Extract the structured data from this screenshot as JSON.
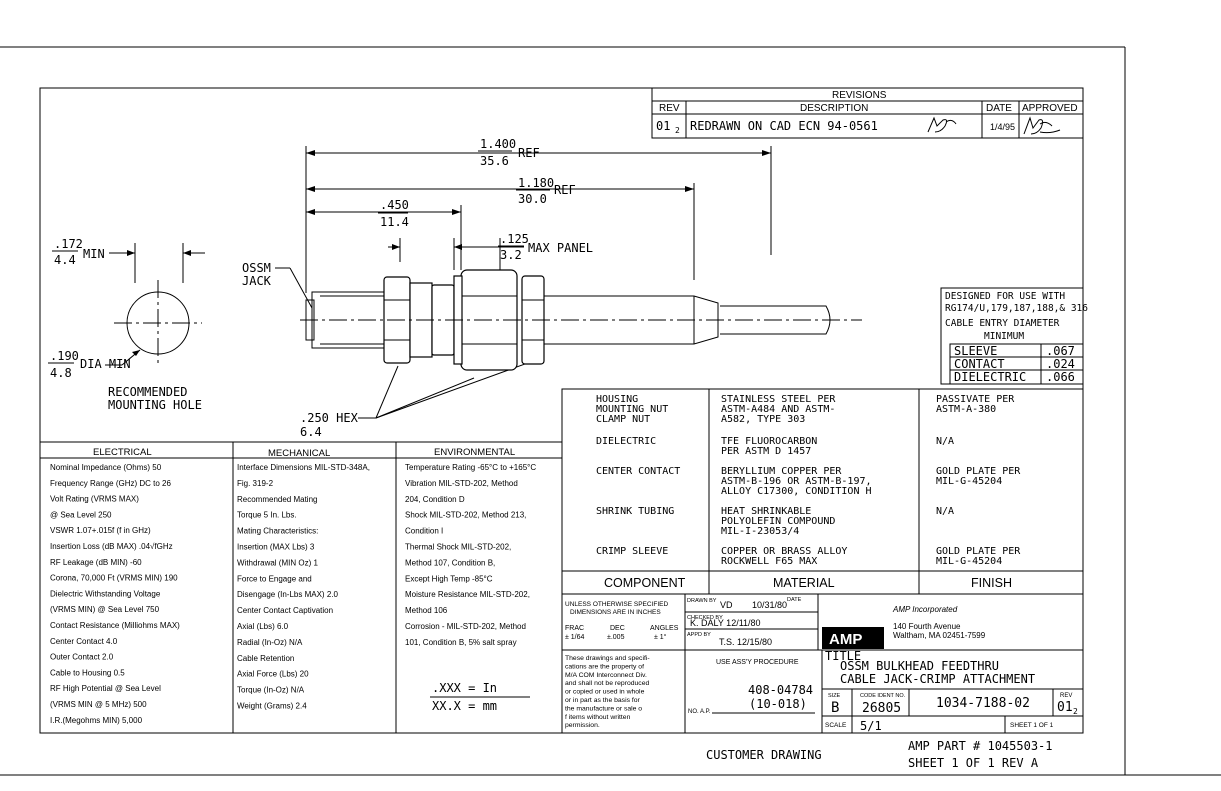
{
  "revisions": {
    "title": "REVISIONS",
    "headers": {
      "rev": "REV",
      "description": "DESCRIPTION",
      "date": "DATE",
      "approved": "APPROVED"
    },
    "row": {
      "rev": "01",
      "rev_sub": "2",
      "description": "REDRAWN ON CAD ECN 94-0561",
      "date": "1/4/95",
      "approved_sig": "BC"
    }
  },
  "dimensions": {
    "overall_in": "1.400",
    "overall_mm": "35.6",
    "overall_ref": "REF",
    "body_in": "1.180",
    "body_mm": "30.0",
    "body_ref": "REF",
    "jack_in": ".450",
    "jack_mm": "11.4",
    "panel_in": ".125",
    "panel_mm": "3.2",
    "panel_label": "MAX PANEL",
    "hole_in": ".172",
    "hole_mm": "4.4",
    "hole_label": "MIN",
    "dia_in": ".190",
    "dia_mm": "4.8",
    "dia_label": "DIA MIN",
    "hex_in": ".250 HEX",
    "hex_mm": "6.4"
  },
  "labels": {
    "jack_1": "OSSM",
    "jack_2": "JACK",
    "hole_1": "RECOMMENDED",
    "hole_2": "MOUNTING HOLE"
  },
  "usage_box": {
    "line1": "DESIGNED FOR USE WITH",
    "line2": "RG174/U,179,187,188,& 316",
    "line3": "CABLE ENTRY DIAMETER",
    "line4": "MINIMUM",
    "rows": [
      {
        "name": "SLEEVE",
        "value": ".067"
      },
      {
        "name": "CONTACT",
        "value": ".024"
      },
      {
        "name": "DIELECTRIC",
        "value": ".066"
      }
    ]
  },
  "materials": {
    "rows": [
      {
        "component": [
          "HOUSING",
          "MOUNTING NUT",
          "CLAMP NUT"
        ],
        "material": [
          "STAINLESS STEEL PER",
          "ASTM-A484 AND ASTM-",
          "A582, TYPE 303"
        ],
        "finish": [
          "PASSIVATE PER",
          "ASTM-A-380"
        ]
      },
      {
        "component": [
          "DIELECTRIC"
        ],
        "material": [
          "TFE FLUOROCARBON",
          "PER ASTM D 1457"
        ],
        "finish": [
          "N/A"
        ]
      },
      {
        "component": [
          "CENTER CONTACT"
        ],
        "material": [
          "BERYLLIUM COPPER PER",
          "ASTM-B-196 OR ASTM-B-197,",
          "ALLOY C17300, CONDITION H"
        ],
        "finish": [
          "GOLD PLATE PER",
          "MIL-G-45204"
        ]
      },
      {
        "component": [
          "SHRINK TUBING"
        ],
        "material": [
          "HEAT SHRINKABLE",
          "POLYOLEFIN COMPOUND",
          "MIL-I-23053/4"
        ],
        "finish": [
          "N/A"
        ]
      },
      {
        "component": [
          "CRIMP SLEEVE"
        ],
        "material": [
          "COPPER OR BRASS ALLOY",
          "ROCKWELL F65 MAX"
        ],
        "finish": [
          "GOLD PLATE PER",
          "MIL-G-45204"
        ]
      }
    ],
    "footer": {
      "component": "COMPONENT",
      "material": "MATERIAL",
      "finish": "FINISH"
    }
  },
  "electrical": {
    "title": "ELECTRICAL",
    "lines": [
      "Nominal Impedance (Ohms)   50",
      "Frequency Range (GHz) DC to 26",
      "Volt Rating (VRMS MAX)",
      "   @ Sea Level 250",
      "VSWR 1.07+.015f (f in GHz)",
      "Insertion Loss (dB MAX) .04√fGHz",
      "RF Leakage (dB MIN) -60",
      "Corona, 70,000 Ft (VRMS MIN) 190",
      "Dielectric Withstanding Voltage",
      "   (VRMS MIN) @ Sea Level  750",
      "Contact Resistance (Milliohms MAX)",
      "   Center Contact 4.0",
      "   Outer Contact  2.0",
      "   Cable to Housing 0.5",
      "RF High Potential @ Sea Level",
      "   (VRMS MIN @ 5 MHz) 500",
      "I.R.(Megohms MIN) 5,000"
    ]
  },
  "mechanical": {
    "title": "MECHANICAL",
    "lines": [
      "Interface Dimensions MIL-STD-348A,",
      "   Fig. 319-2",
      "Recommended Mating",
      "   Torque  5 In. Lbs.",
      "Mating Characteristics:",
      "   Insertion (MAX Lbs) 3",
      "   Withdrawal (MIN Oz) 1",
      "Force to Engage and",
      "   Disengage (In-Lbs MAX) 2.0",
      "Center Contact Captivation",
      "   Axial (Lbs) 6.0",
      "   Radial (In-Oz) N/A",
      "Cable Retention",
      "   Axial Force (Lbs) 20",
      "   Torque (In-Oz) N/A",
      "Weight (Grams) 2.4"
    ]
  },
  "environmental": {
    "title": "ENVIRONMENTAL",
    "lines": [
      "Temperature Rating  -65°C to +165°C",
      "Vibration MIL-STD-202, Method",
      "   204, Condition  D",
      "Shock MIL-STD-202, Method 213,",
      "   Condition I",
      "Thermal Shock MIL-STD-202,",
      "   Method 107, Condition B,",
      "   Except High Temp -85°C",
      "Moisture Resistance MIL-STD-202,",
      "   Method 106",
      "Corrosion - MIL-STD-202, Method",
      "   101, Condition B, 5% salt spray"
    ],
    "unit_in": ".XXX  =  In",
    "unit_mm": "XX.X  =  mm"
  },
  "title_block": {
    "tolerance_1": "UNLESS OTHERWISE SPECIFIED",
    "tolerance_2": "DIMENSIONS ARE IN INCHES",
    "frac": "FRAC",
    "dec": "DEC",
    "angles": "ANGLES",
    "frac_val": "± 1/64",
    "dec_val": "±.005",
    "angles_val": "± 1°",
    "drawn_label": "DRAWN BY",
    "drawn_by": "VD",
    "drawn_date": "10/31/80",
    "date_label": "DATE",
    "checked_label": "CHECKED BY",
    "checked_by": "K. DALY 12/11/80",
    "approved_label": "APPD BY",
    "approved_by": "T.S.  12/15/80",
    "prop_lines": [
      "These drawings and specifi-",
      "cations are the property of",
      "M/A COM Interconnect Div.",
      "and shall not be reproduced",
      "or copied or used in whole",
      "or in part as the basis for",
      "the manufacture or sale o",
      "f items without written",
      "permission."
    ],
    "use_assy": "USE ASS'Y PROCEDURE",
    "procedure_1": "408-04784",
    "procedure_2": "(10-018)",
    "no_ap": "NO. A.P.",
    "company": "AMP Incorporated",
    "address_1": "140 Fourth Avenue",
    "address_2": "Waltham, MA 02451-7599",
    "logo": "AMP",
    "title_label": "TITLE",
    "title_1": "OSSM BULKHEAD FEEDTHRU",
    "title_2": "CABLE JACK-CRIMP ATTACHMENT",
    "size_label": "SIZE",
    "size": "B",
    "code_label": "CODE IDENT NO.",
    "code": "26805",
    "drawing_no": "1034-7188-02",
    "rev_label": "REV",
    "rev": "01",
    "rev_sub": "2",
    "scale_label": "SCALE",
    "scale": "5/1",
    "sheet": "SHEET  1  OF  1"
  },
  "footer": {
    "customer": "CUSTOMER DRAWING",
    "part": "AMP PART # 1045503-1",
    "sheet": "SHEET 1 OF 1  REV A"
  }
}
